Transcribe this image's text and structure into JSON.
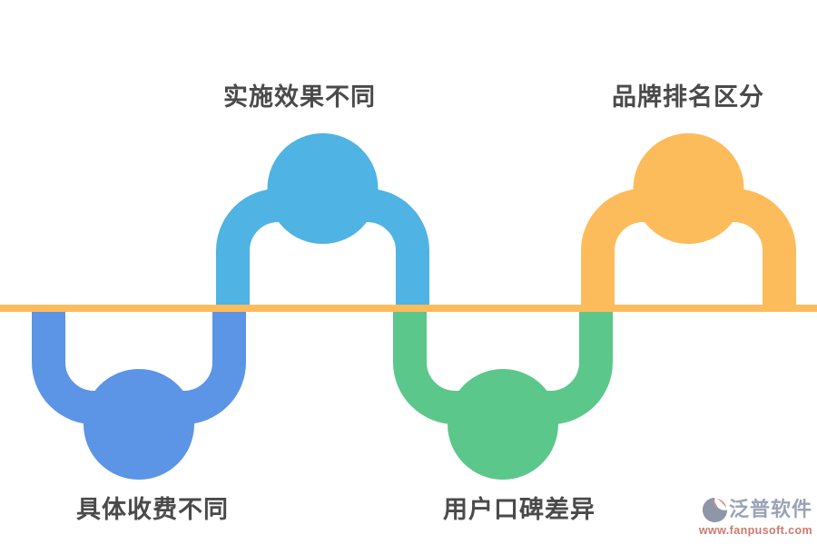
{
  "diagram": {
    "baseline_color": "#FDBC5C",
    "label_color": "#4A4A4A",
    "items": [
      {
        "label": "具体收费不同",
        "color": "#5C94E6",
        "position": "below-line",
        "node": "circle-down"
      },
      {
        "label": "实施效果不同",
        "color": "#4FB3E3",
        "position": "above-line",
        "node": "circle-up"
      },
      {
        "label": "用户口碑差异",
        "color": "#5CC78A",
        "position": "below-line",
        "node": "circle-down"
      },
      {
        "label": "品牌排名区分",
        "color": "#FDBC5C",
        "position": "above-line",
        "node": "circle-up"
      }
    ]
  },
  "watermark": {
    "brand": "泛普软件",
    "url": "www.fanpusoft.com",
    "brand_color": "#9AA2B6",
    "url_color": "#CE796D",
    "icon_gray": "#8E96A8",
    "icon_salmon": "#E08478"
  }
}
